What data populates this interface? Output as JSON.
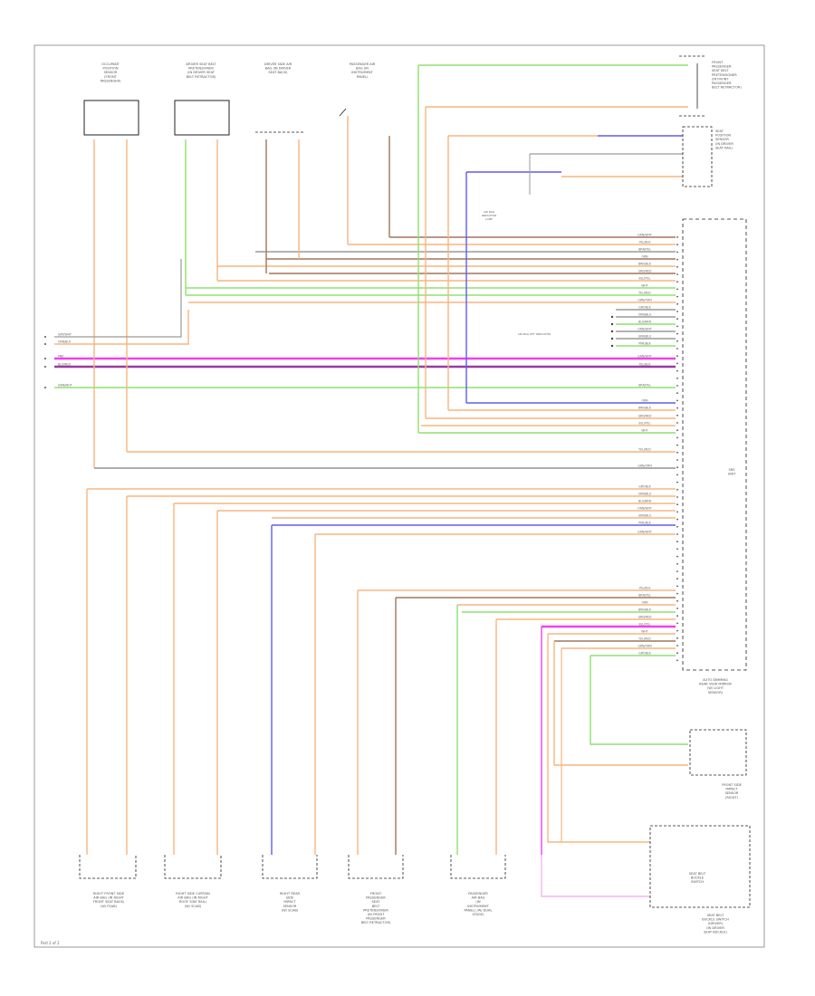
{
  "colors": {
    "green": "#8fe070",
    "orange": "#f7b57e",
    "brown": "#a0765a",
    "blue": "#5d5df0",
    "magenta": "#f040f0",
    "pink": "#f4b6f0",
    "purple": "#9a3aa0",
    "gray": "#9a9a9a",
    "black": "#222222"
  },
  "components": {
    "top": [
      {
        "label": [
          "OCCUPANT",
          "POSITION",
          "SENSOR",
          "(FRONT",
          "PASSENGER)"
        ]
      },
      {
        "label": [
          "DRIVER SEAT BELT",
          "PRETENSIONER",
          "(IN DRIVER SEAT",
          "BELT RETRACTOR)"
        ]
      },
      {
        "label": [
          "DRIVER SIDE AIR",
          "BAG (IN DRIVER",
          "SEAT BACK)"
        ]
      },
      {
        "label": [
          "PASSENGER AIR",
          "BAG (IN",
          "INSTRUMENT",
          "PANEL)"
        ]
      }
    ],
    "right_top": {
      "label": [
        "FRONT",
        "PASSENGER",
        "SEAT BELT",
        "PRETENSIONER",
        "(IN FRONT",
        "PASSENGER",
        "BELT RETRACTOR)"
      ]
    },
    "right_second": {
      "label": [
        "SEAT",
        "POSITION",
        "SENSOR",
        "(IN DRIVER",
        "SEAT RAIL)"
      ]
    },
    "srs_unit": {
      "label": [
        "SRS",
        "UNIT"
      ],
      "caption": [
        "AUTO DIMMING",
        "REAR VIEW MIRROR",
        "(W/ LIGHT",
        "SENSOR)"
      ]
    },
    "switch_label": [
      "AIR BAG",
      "INDICATOR",
      "LAMP"
    ],
    "ground_label": [
      "AIR BAG OFF INDICATOR"
    ],
    "side_sensor": {
      "label": [
        "FRONT SIDE",
        "IMPACT",
        "SENSOR",
        "(RIGHT)"
      ]
    },
    "fuel_sensor": {
      "label": [
        "SEAT BELT",
        "BUCKLE",
        "SWITCH"
      ]
    },
    "bottom": [
      {
        "label": [
          "RIGHT FRONT SIDE",
          "AIR BAG (IN RIGHT",
          "FRONT SEAT BACK)",
          "(W/ FSAB)"
        ]
      },
      {
        "label": [
          "RIGHT SIDE CURTAIN",
          "AIR BAG (IN RIGHT",
          "ROOF SIDE RAIL)",
          "(W/ SCAB)"
        ]
      },
      {
        "label": [
          "RIGHT REAR",
          "SIDE",
          "IMPACT",
          "SENSOR",
          "(W/ SCAB)"
        ]
      },
      {
        "label": [
          "FRONT",
          "PASSENGER",
          "SEAT",
          "BELT",
          "PRETENSIONER",
          "(IN FRONT",
          "PASSENGER",
          "BELT RETRACTOR)"
        ]
      },
      {
        "label": [
          "PASSENGER",
          "AIR BAG",
          "(IN",
          "INSTRUMENT",
          "PANEL) (W/ DUAL",
          "STAGE)"
        ]
      }
    ],
    "right_bottom": {
      "label": [
        "SEAT BELT",
        "BUCKLE SWITCH",
        "(DRIVER)",
        "(IN DRIVER",
        "SEAT BUCKLE)"
      ]
    }
  },
  "left_wires": [
    "GRY/WHT",
    "ORN/BLK",
    "PNK",
    "BLU/RED",
    "",
    "GRN/WHT"
  ],
  "wire_codes": [
    "GRN/WHT",
    "YEL/BLK",
    "BRN/YEL",
    "ORN",
    "BRN/BLK",
    "GRN/RED",
    "BLU/YEL",
    "WHT",
    "YEL/RED",
    "GRN/ORN",
    "GRY/BLK",
    "ORN/BLU",
    "BLU/BRN",
    "ORN/WHT",
    "GRN/BLU",
    "PNK/BLK"
  ],
  "footer": "Part 2 of 2"
}
